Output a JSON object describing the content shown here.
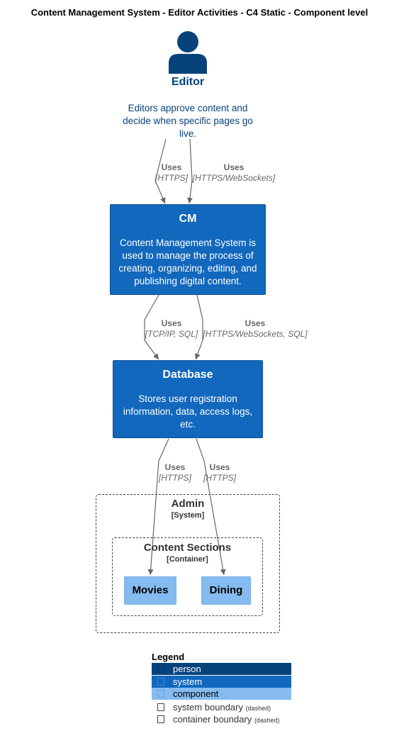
{
  "title": "Content Management System - Editor Activities - C4 Static - Component level",
  "person": {
    "label": "Editor",
    "description": "Editors approve content and decide when specific pages go live."
  },
  "cm": {
    "title": "CM",
    "description": "Content Management System is used to manage the process of creating, organizing, editing, and publishing digital content."
  },
  "database": {
    "title": "Database",
    "description": "Stores user registration information, data, access logs, etc."
  },
  "relations": [
    {
      "label": "Uses",
      "tech": "[HTTPS]"
    },
    {
      "label": "Uses",
      "tech": "[HTTPS/WebSockets]"
    },
    {
      "label": "Uses",
      "tech": "[TCP/IP, SQL]"
    },
    {
      "label": "Uses",
      "tech": "[HTTPS/WebSockets, SQL]"
    },
    {
      "label": "Uses",
      "tech": "[HTTPS]"
    },
    {
      "label": "Uses",
      "tech": "[HTTPS]"
    }
  ],
  "admin_boundary": {
    "title": "Admin",
    "type": "[System]"
  },
  "content_boundary": {
    "title": "Content Sections",
    "type": "[Container]"
  },
  "components": [
    {
      "label": "Movies"
    },
    {
      "label": "Dining"
    }
  ],
  "legend": {
    "title": "Legend",
    "items": [
      {
        "label": "person",
        "note": ""
      },
      {
        "label": "system",
        "note": ""
      },
      {
        "label": "component",
        "note": ""
      },
      {
        "label": "system boundary",
        "note": "(dashed)"
      },
      {
        "label": "container boundary",
        "note": "(dashed)"
      }
    ]
  },
  "colors": {
    "person": "#08427b",
    "system": "#1168bd",
    "component": "#85bbf0",
    "arrow": "#666666"
  }
}
